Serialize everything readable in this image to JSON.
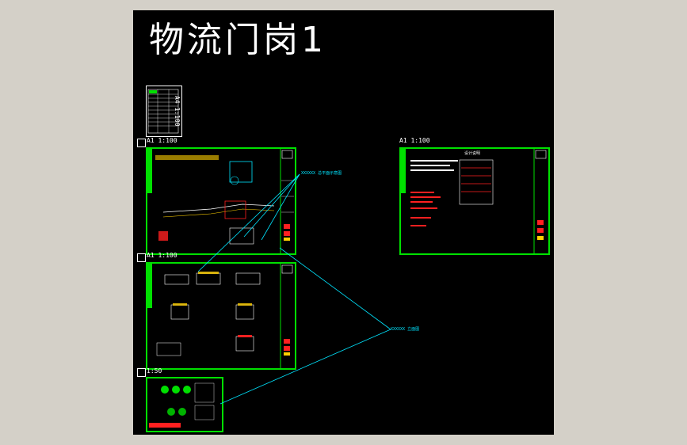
{
  "drawing": {
    "title": "物流门岗1",
    "scales": {
      "a4": "A4 1:100",
      "sheet1": "A1 1:100",
      "sheet2": "A1 1:100",
      "sheet3": "1:50",
      "sheet4": "A1 1:100"
    },
    "callouts": {
      "c1": "XXXXXX 总平面示意图",
      "c2": "XXXXXX 立面图"
    },
    "notes_header": "设计说明"
  },
  "colors": {
    "background": "#000000",
    "sheet_border": "#00e000",
    "leader": "#00e5ff",
    "accent_red": "#ff2020",
    "accent_yellow": "#ffd000"
  }
}
